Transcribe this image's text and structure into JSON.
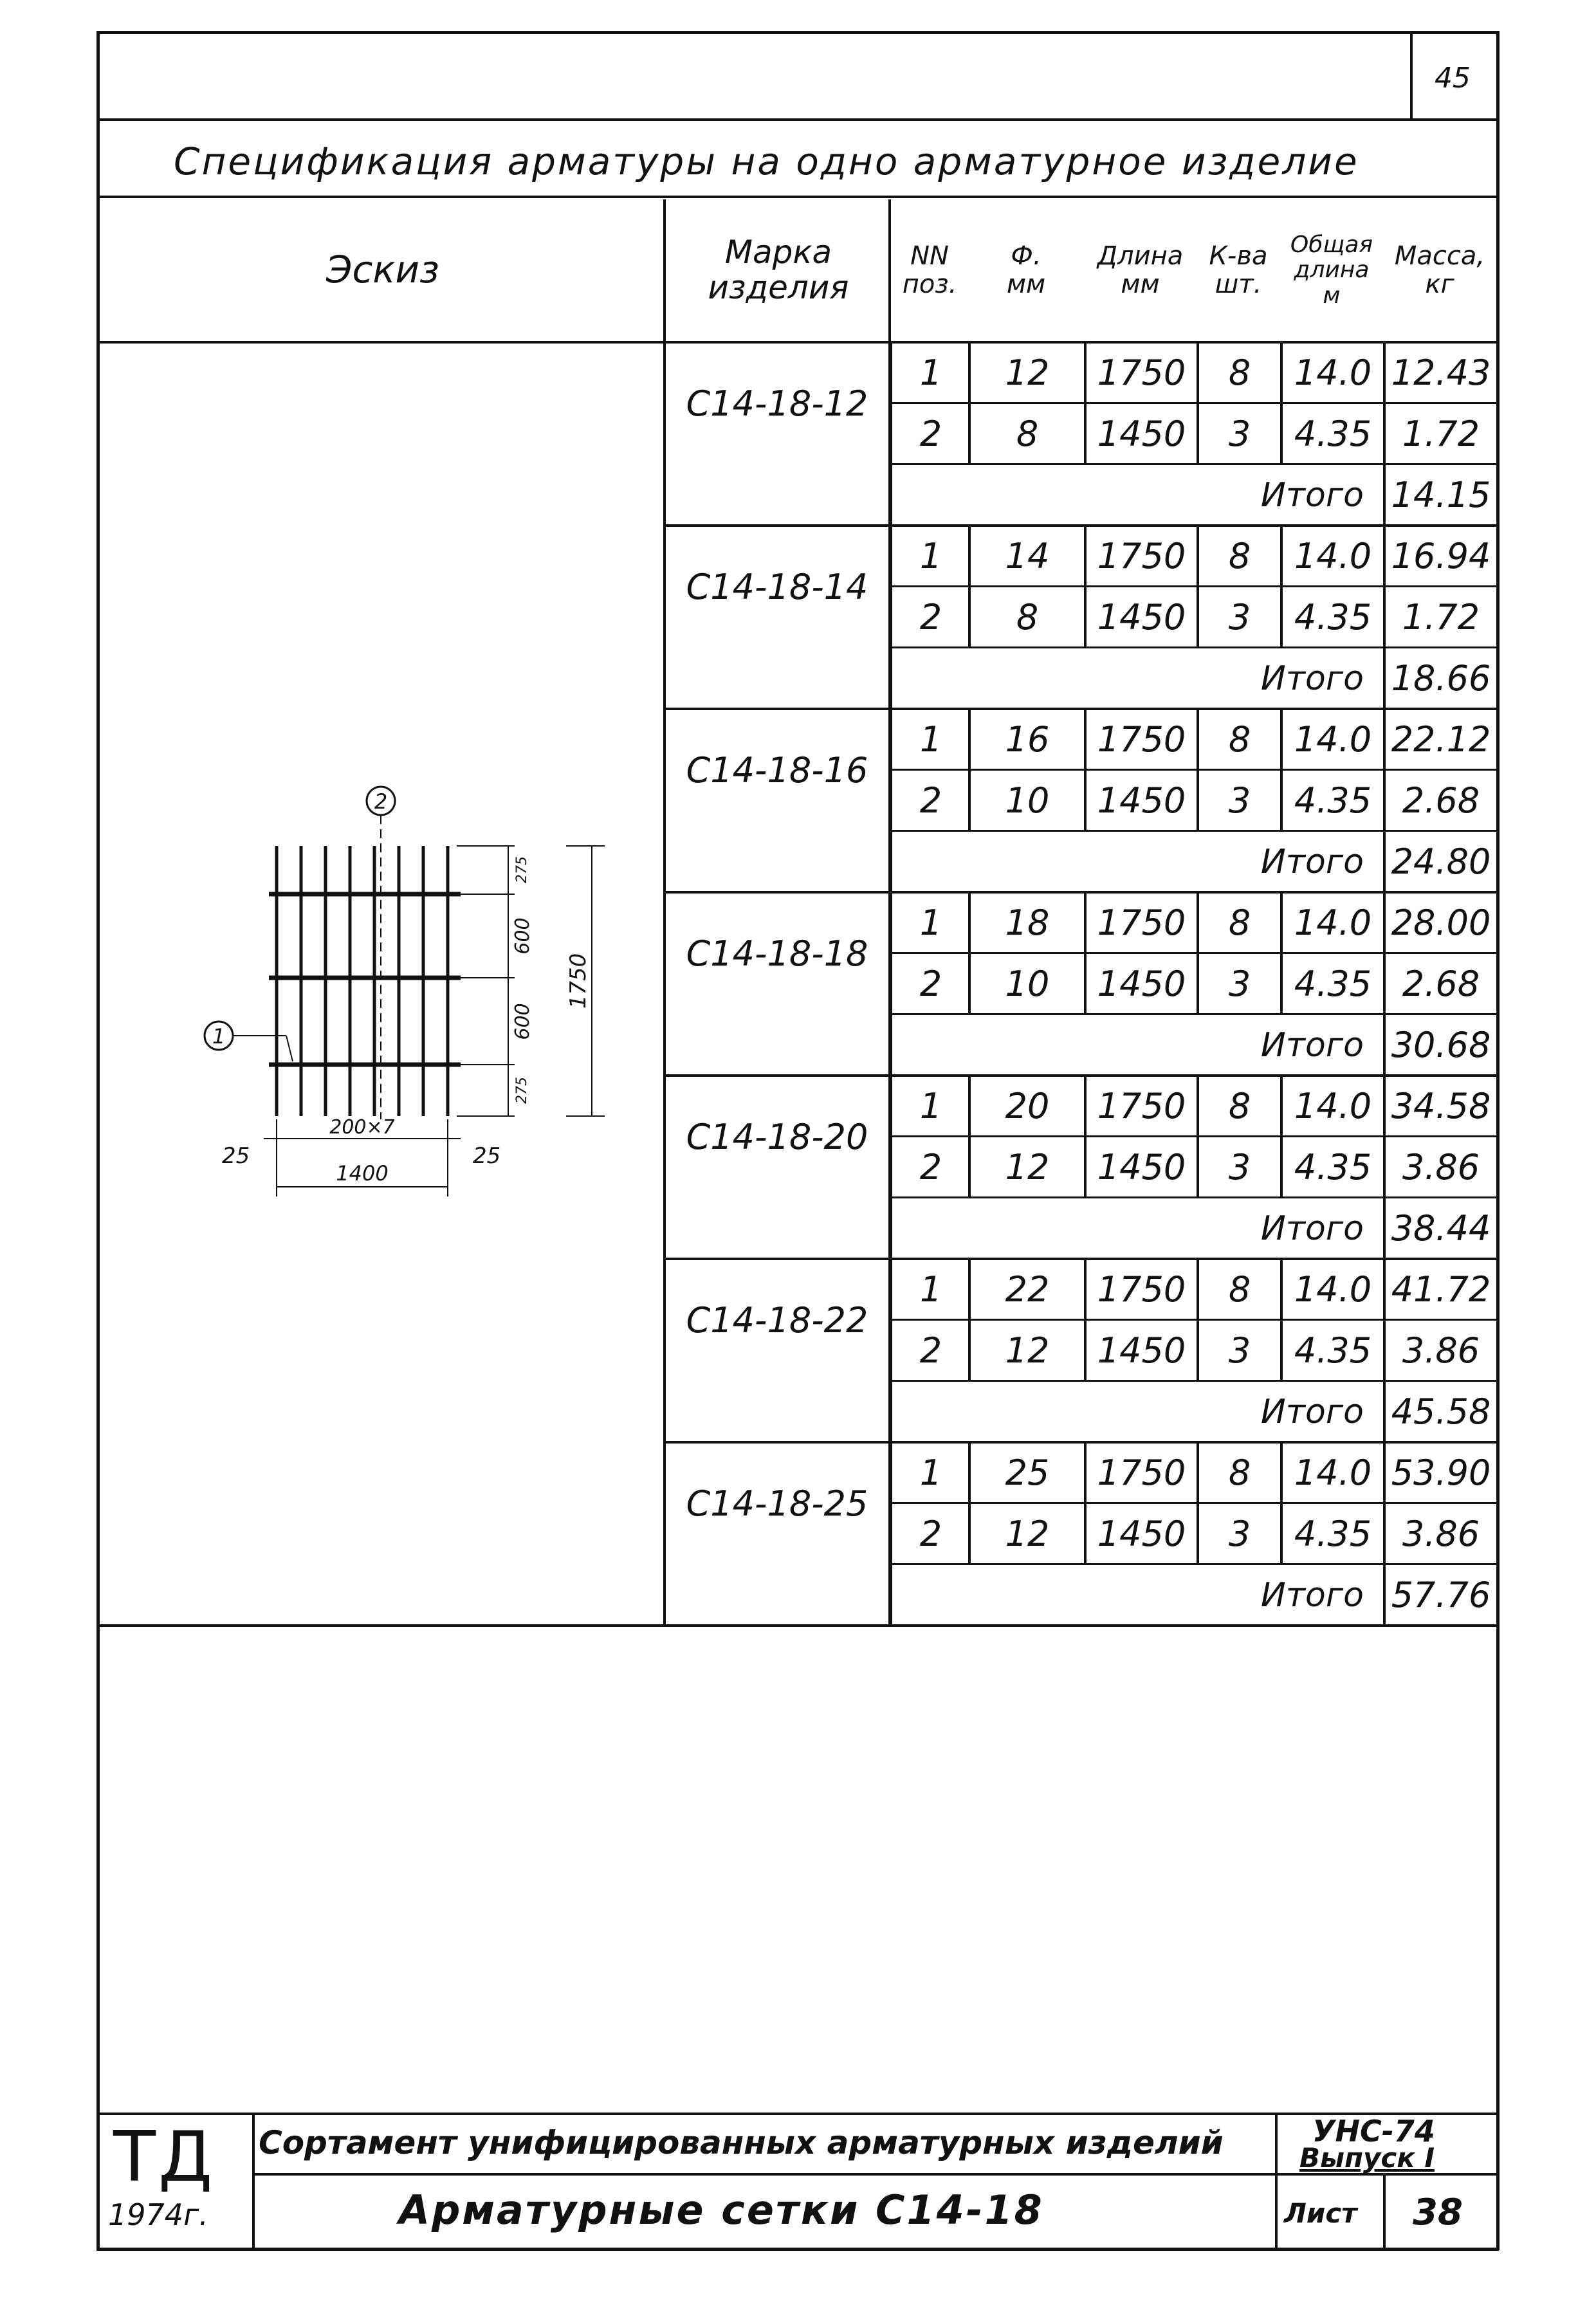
{
  "sheet_number": "45",
  "title": "Спецификация арматуры на одно арматурное изделие",
  "headers": {
    "sketch": "Эскиз",
    "mark": [
      "Марка",
      "изделия"
    ],
    "pos": [
      "NN",
      "поз."
    ],
    "dia": [
      "Ф.",
      "мм"
    ],
    "length": [
      "Длина",
      "мм"
    ],
    "qty": [
      "К-ва",
      "шт."
    ],
    "total_length": [
      "Общая",
      "длина",
      "м"
    ],
    "mass": [
      "Масса,",
      "кг"
    ]
  },
  "total_label": "Итого",
  "groups": [
    {
      "mark": "С14-18-12",
      "rows": [
        [
          "1",
          "12",
          "1750",
          "8",
          "14.0",
          "12.43"
        ],
        [
          "2",
          "8",
          "1450",
          "3",
          "4.35",
          "1.72"
        ]
      ],
      "total": "14.15"
    },
    {
      "mark": "С14-18-14",
      "rows": [
        [
          "1",
          "14",
          "1750",
          "8",
          "14.0",
          "16.94"
        ],
        [
          "2",
          "8",
          "1450",
          "3",
          "4.35",
          "1.72"
        ]
      ],
      "total": "18.66"
    },
    {
      "mark": "С14-18-16",
      "rows": [
        [
          "1",
          "16",
          "1750",
          "8",
          "14.0",
          "22.12"
        ],
        [
          "2",
          "10",
          "1450",
          "3",
          "4.35",
          "2.68"
        ]
      ],
      "total": "24.80"
    },
    {
      "mark": "С14-18-18",
      "rows": [
        [
          "1",
          "18",
          "1750",
          "8",
          "14.0",
          "28.00"
        ],
        [
          "2",
          "10",
          "1450",
          "3",
          "4.35",
          "2.68"
        ]
      ],
      "total": "30.68"
    },
    {
      "mark": "С14-18-20",
      "rows": [
        [
          "1",
          "20",
          "1750",
          "8",
          "14.0",
          "34.58"
        ],
        [
          "2",
          "12",
          "1450",
          "3",
          "4.35",
          "3.86"
        ]
      ],
      "total": "38.44"
    },
    {
      "mark": "С14-18-22",
      "rows": [
        [
          "1",
          "22",
          "1750",
          "8",
          "14.0",
          "41.72"
        ],
        [
          "2",
          "12",
          "1450",
          "3",
          "4.35",
          "3.86"
        ]
      ],
      "total": "45.58"
    },
    {
      "mark": "С14-18-25",
      "rows": [
        [
          "1",
          "25",
          "1750",
          "8",
          "14.0",
          "53.90"
        ],
        [
          "2",
          "12",
          "1450",
          "3",
          "4.35",
          "3.86"
        ]
      ],
      "total": "57.76"
    }
  ],
  "sketch": {
    "callout_top": "2",
    "callout_left": "1",
    "dim_spacing": "200×7",
    "dim_width": "1400",
    "dim_overhang_left": "25",
    "dim_overhang_right": "25",
    "dim_height": "1750",
    "dim_segments": [
      "275",
      "600",
      "600",
      "275"
    ]
  },
  "title_block": {
    "logo": "ТД",
    "year": "1974г.",
    "series_title": "Сортамент унифицированных арматурных изделий",
    "sheet_title": "Арматурные сетки С14-18",
    "code": "УНС-74",
    "issue": "Выпуск I",
    "sheet_label": "Лист",
    "sheet_no": "38"
  }
}
